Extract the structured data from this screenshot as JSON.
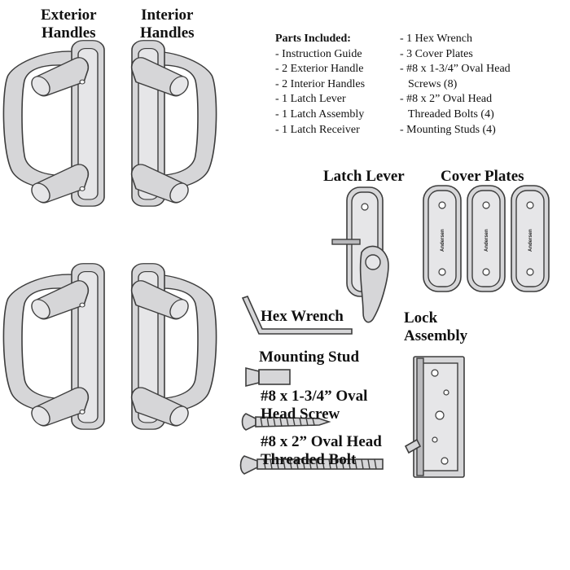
{
  "labels": {
    "exterior": [
      "Exterior",
      "Handles"
    ],
    "interior": [
      "Interior",
      "Handles"
    ],
    "latch_lever": "Latch Lever",
    "cover_plates": "Cover Plates",
    "hex_wrench": "Hex Wrench",
    "lock_assembly": [
      "Lock",
      "Assembly"
    ],
    "mounting_stud": "Mounting Stud",
    "screw": [
      "#8 x 1-3/4” Oval",
      "Head Screw"
    ],
    "bolt": [
      "#8 x 2” Oval Head",
      "Threaded Bolt"
    ]
  },
  "parts": {
    "heading": "Parts Included:",
    "left": [
      "- Instruction Guide",
      "- 2 Exterior Handle",
      "- 2 Interior Handles",
      "- 1 Latch Lever",
      "- 1 Latch Assembly",
      "- 1 Latch Receiver"
    ],
    "right": [
      "- 1 Hex Wrench",
      "- 3 Cover Plates",
      "- #8 x 1-3/4” Oval Head",
      "Screws (8)",
      "- #8 x 2” Oval Head",
      "Threaded Bolts (4)",
      "- Mounting Studs (4)"
    ]
  },
  "brand_mark": "Andersen",
  "colors": {
    "metal": "#d6d6d8",
    "outline": "#3d3d3d",
    "text": "#111111"
  }
}
